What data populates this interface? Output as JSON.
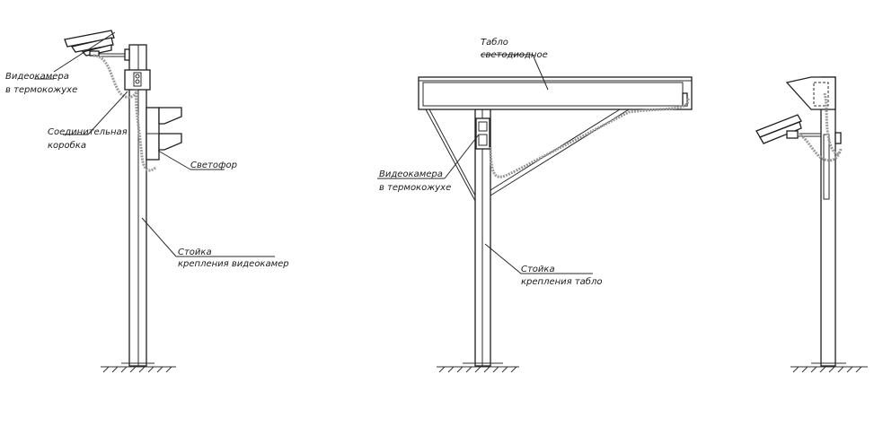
{
  "views": {
    "left": {
      "camera_label": [
        "Видеокамера",
        "в термокожухе"
      ],
      "junction_box_label": [
        "Соединительная",
        "коробка"
      ],
      "traffic_light_label": "Светофор",
      "post_label": [
        "Стойка",
        "крепления видеокамер"
      ]
    },
    "middle": {
      "board_label": [
        "Табло",
        "светодиодное"
      ],
      "camera_label": [
        "Видеокамера",
        "в термокожухе"
      ],
      "post_label": [
        "Стойка",
        "крепления табло"
      ]
    },
    "right": {}
  }
}
